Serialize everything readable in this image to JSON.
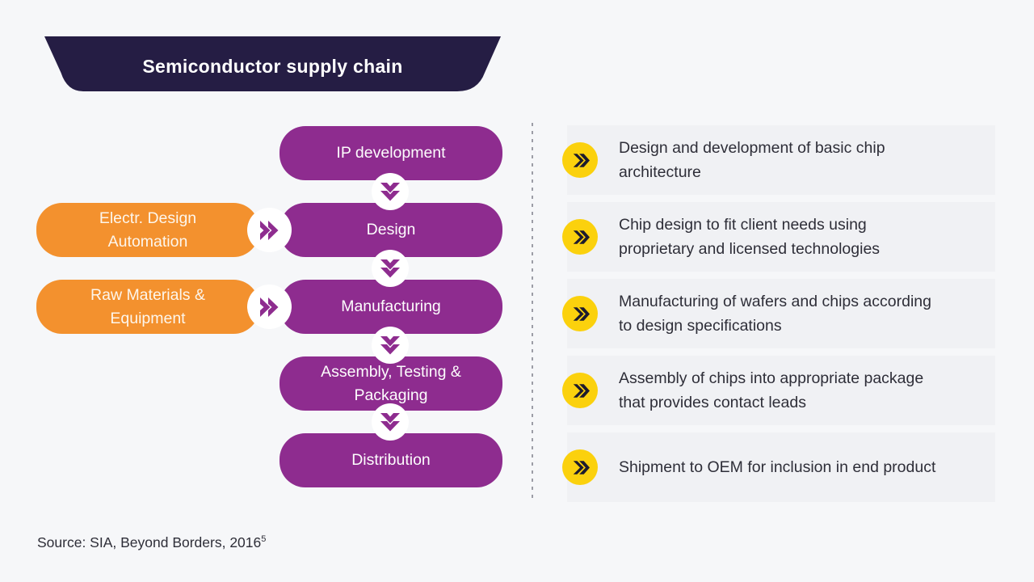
{
  "header": {
    "title": "Semiconductor supply chain"
  },
  "flow": {
    "stages": [
      "IP development",
      "Design",
      "Manufacturing",
      "Assembly, Testing &\nPackaging",
      "Distribution"
    ],
    "inputs": [
      "Electr. Design\nAutomation",
      "Raw Materials &\nEquipment"
    ]
  },
  "bullets": [
    "Design and development of basic chip\narchitecture",
    "Chip design to fit client needs using\nproprietary and licensed technologies",
    "Manufacturing of wafers and chips according\nto design specifications",
    "Assembly of chips into appropriate package\nthat provides contact leads",
    "Shipment to OEM for inclusion in end product"
  ],
  "source": {
    "text": "Source: SIA, Beyond Borders, 2016",
    "superscript": "5"
  },
  "colors": {
    "banner": "#251D44",
    "stage_purple": "#8E2C8F",
    "input_orange": "#F3912E",
    "bullet_yellow": "#FBD10D",
    "chevron_dark": "#1C1B2E",
    "text_dark": "#2E2E38",
    "row_strip": "#F0F1F4",
    "background": "#F6F7F9"
  }
}
